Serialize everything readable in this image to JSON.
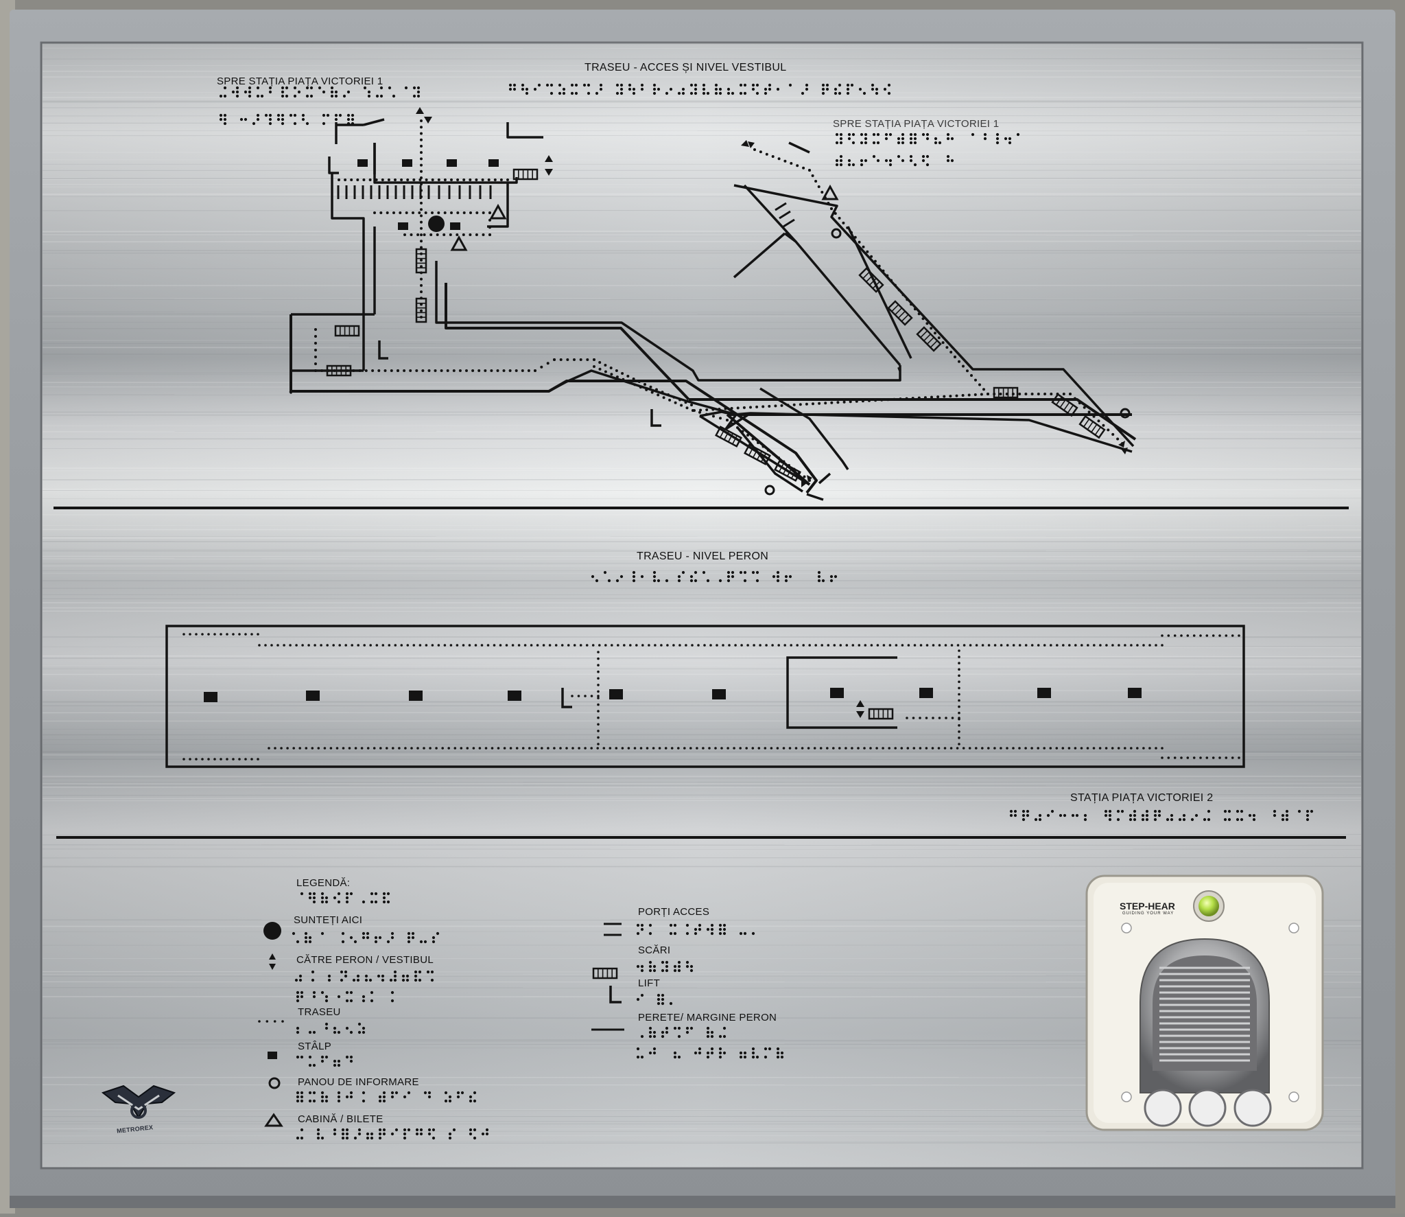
{
  "plate": {
    "colors": {
      "frame": "#9ea2a6",
      "steel": "#c9ccce",
      "ink": "#141414",
      "device": "#ece9df",
      "led": "#9bd43a"
    }
  },
  "section_top": {
    "title": "TRASEU - ACCES ȘI NIVEL VESTIBUL",
    "label_left": "SPRE STAȚIA PIAȚA VICTORIEI 1",
    "label_right": "SPRE STAȚIA PIAȚA VICTORIEI 1"
  },
  "section_middle": {
    "title": "TRASEU - NIVEL PERON",
    "station_label": "STAȚIA PIAȚA VICTORIEI 2"
  },
  "legend": {
    "title": "LEGENDĂ:",
    "items": [
      {
        "label": "SUNTEȚI AICI",
        "icon": "filled-circle-icon"
      },
      {
        "label": "CĂTRE PERON / VESTIBUL",
        "icon": "up-down-arrows-icon"
      },
      {
        "label": "TRASEU",
        "icon": "dotted-path-icon"
      },
      {
        "label": "STÂLP",
        "icon": "pillar-square-icon"
      },
      {
        "label": "PANOU DE INFORMARE",
        "icon": "info-panel-circle-icon"
      },
      {
        "label": "CABINĂ / BILETE",
        "icon": "ticket-triangle-icon"
      },
      {
        "label": "PORȚI ACCES",
        "icon": "access-gates-icon"
      },
      {
        "label": "SCĂRI",
        "icon": "stairs-icon"
      },
      {
        "label": "LIFT",
        "icon": "lift-icon"
      },
      {
        "label": "PERETE/ MARGINE PERON",
        "icon": "wall-line-icon"
      }
    ]
  },
  "logo": {
    "text": "METROREX",
    "icon": "metrorex-logo-icon"
  },
  "device": {
    "brand": "STEP-HEAR",
    "tagline": "GUIDING YOUR WAY",
    "icon": "speaker-grille-icon"
  }
}
